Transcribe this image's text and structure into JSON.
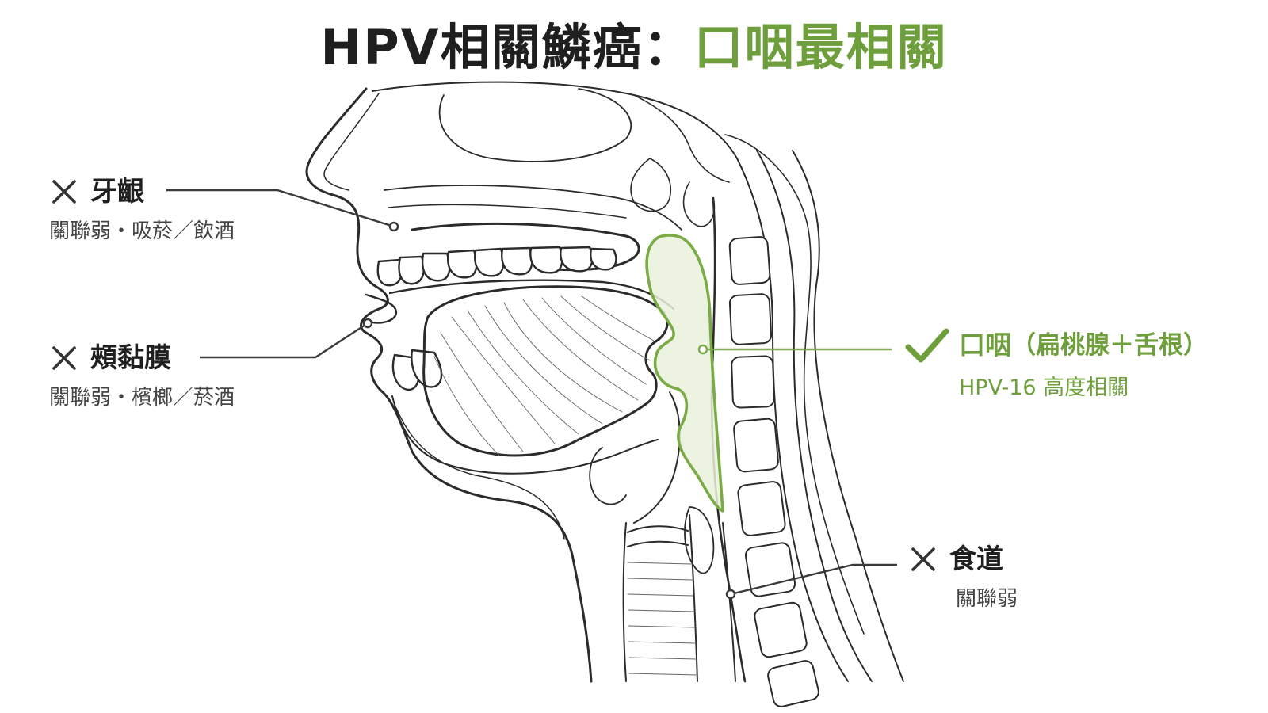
{
  "title": {
    "main": "HPV相關鱗癌：",
    "highlight": "口咽最相關"
  },
  "colors": {
    "accent": "#6e9f3c",
    "ink": "#1f1f1f",
    "line": "#3a3a3a",
    "cross": "#333333"
  },
  "labels": {
    "gum": {
      "icon": "cross-icon",
      "title": "牙齦",
      "sub": "關聯弱・吸菸／飲酒"
    },
    "cheek": {
      "icon": "cross-icon",
      "title": "頰黏膜",
      "sub": "關聯弱・檳榔／菸酒"
    },
    "oropharynx": {
      "icon": "check-icon",
      "title": "口咽",
      "detail": "（扁桃腺＋舌根）",
      "sub": "HPV-16 高度相關"
    },
    "esophagus": {
      "icon": "cross-icon",
      "title": "食道",
      "sub": "關聯弱"
    }
  }
}
